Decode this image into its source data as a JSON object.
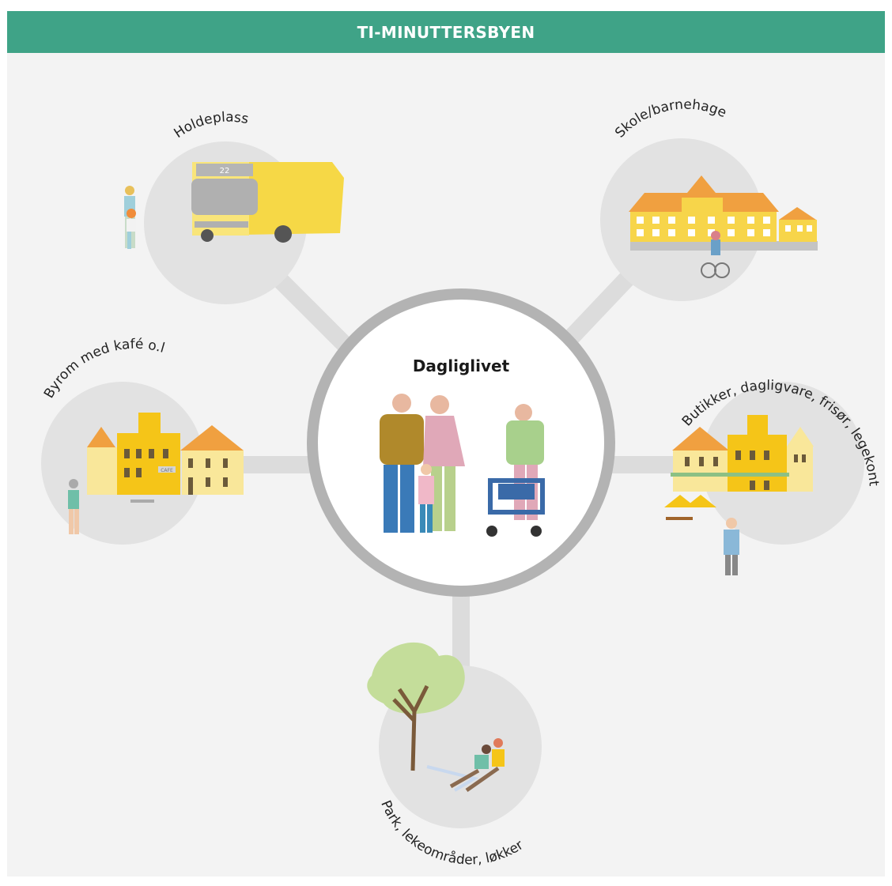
{
  "header": {
    "title": "TI-MINUTTERSBYEN"
  },
  "center": {
    "title": "Dagliglivet"
  },
  "nodes": {
    "holdeplass": {
      "label": "Holdeplass",
      "bus_number": "22"
    },
    "skole": {
      "label": "Skole/barnehage"
    },
    "byrom": {
      "label": "Byrom med kafé o.l",
      "cafe_sign": "CAFE"
    },
    "butikker": {
      "label": "Butikker, dagligvare, frisør, legekontor"
    },
    "park": {
      "label": "Park, lekeområder, løkker"
    }
  },
  "colors": {
    "banner": "#3fa387",
    "background": "#f3f3f3",
    "node_circle": "#e2e2e2",
    "connector": "#dcdcdc",
    "center_ring": "#b3b3b3",
    "building_yellow": "#f7d54a",
    "roof_orange": "#f0a040"
  }
}
